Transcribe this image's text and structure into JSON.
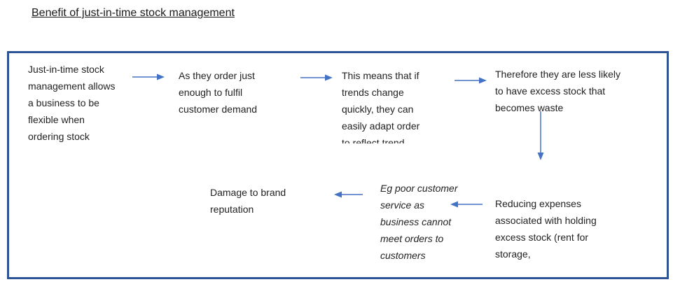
{
  "title": "Benefit of just-in-time stock management",
  "colors": {
    "arrow": "#4472C4",
    "frame": "#2F5496",
    "text": "#222222",
    "background": "#FFFFFF"
  },
  "diagram": {
    "nodes": [
      {
        "id": "flexible-ordering",
        "text": "Just-in-time stock\nmanagement allows\na business to be\nflexible when\nordering stock",
        "emphasis": "normal"
      },
      {
        "id": "order-enough",
        "text": "As they order just\nenough to fulfil\ncustomer demand",
        "emphasis": "normal"
      },
      {
        "id": "adapt-orders",
        "text": "This means that if\ntrends change\nquickly, they can\neasily adapt order\nto reflect trend",
        "emphasis": "normal",
        "note": "last line clipped by text box"
      },
      {
        "id": "less-excess-stock",
        "text": "Therefore they are less likely\nto have excess stock that\nbecomes waste",
        "emphasis": "normal"
      },
      {
        "id": "reducing-expenses",
        "text": "Reducing expenses\nassociated with holding\nexcess stock (rent for\nstorage,",
        "emphasis": "normal"
      },
      {
        "id": "poor-customer-service",
        "text": "Eg poor customer\nservice as\nbusiness cannot\nmeet orders to\ncustomers",
        "emphasis": "italic"
      },
      {
        "id": "brand-damage",
        "text": "Damage to brand\nreputation",
        "emphasis": "normal"
      }
    ],
    "connectors": [
      {
        "from": "flexible-ordering",
        "to": "order-enough",
        "direction": "right"
      },
      {
        "from": "order-enough",
        "to": "adapt-orders",
        "direction": "right"
      },
      {
        "from": "adapt-orders",
        "to": "less-excess-stock",
        "direction": "right"
      },
      {
        "from": "less-excess-stock",
        "to": "reducing-expenses",
        "direction": "down"
      },
      {
        "from": "reducing-expenses",
        "to": "poor-customer-service",
        "direction": "left"
      },
      {
        "from": "poor-customer-service",
        "to": "brand-damage",
        "direction": "left"
      }
    ]
  }
}
